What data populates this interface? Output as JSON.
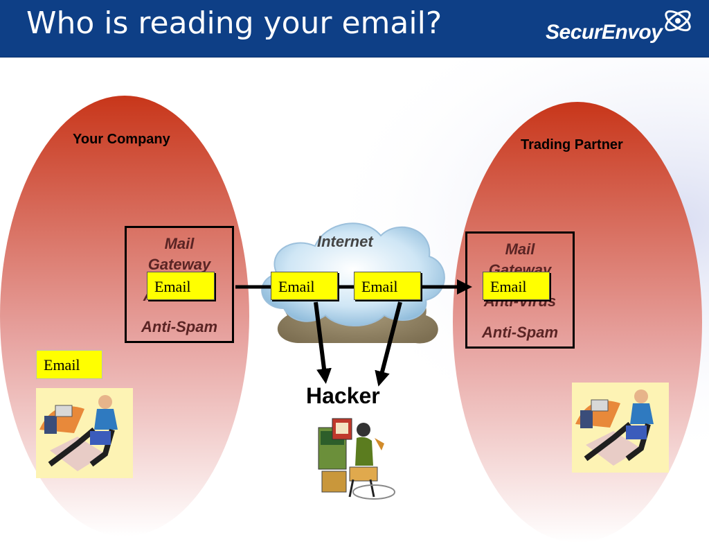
{
  "header": {
    "title": "Who is reading your email?",
    "brand": "SecurEnvoy",
    "background_color": "#0e3f86"
  },
  "left_zone": {
    "label": "Your Company",
    "gateway": {
      "line1": "Mail",
      "line2": "Gateway",
      "line3": "Anti-Virus",
      "line4": "Anti-Spam"
    },
    "email_tag": "Email",
    "desk_email_tag": "Email"
  },
  "right_zone": {
    "label": "Trading Partner",
    "gateway": {
      "line1": "Mail",
      "line2": "Gateway",
      "line3": "Anti-Virus",
      "line4": "Anti-Spam"
    },
    "email_tag": "Email"
  },
  "internet": {
    "label": "Internet",
    "email_tags": [
      "Email",
      "Email"
    ]
  },
  "hacker": {
    "label": "Hacker"
  },
  "colors": {
    "zone_top": "#c8361a",
    "zone_bottom": "#ffffff",
    "email_tag": "#ffff00",
    "gateway_text": "#5a2424"
  }
}
